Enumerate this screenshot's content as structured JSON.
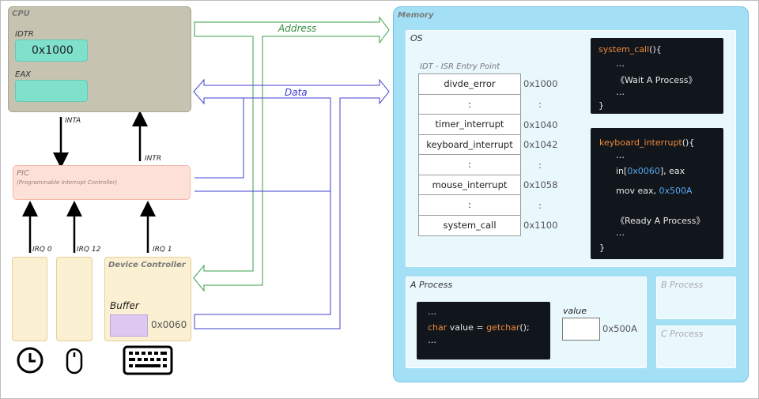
{
  "cpu": {
    "title": "CPU",
    "idtr_label": "IDTR",
    "idtr_value": "0x1000",
    "eax_label": "EAX",
    "eax_value": ""
  },
  "pic": {
    "title": "PIC",
    "subtitle": "(Programmable Interrupt Controller)"
  },
  "signals": {
    "inta": "INTA",
    "intr": "INTR",
    "irq0": "IRQ 0",
    "irq12": "IRQ 12",
    "irq1": "IRQ 1"
  },
  "device_controller": {
    "title": "Device Controller",
    "buffer_label": "Buffer",
    "buffer_addr": "0x0060"
  },
  "devices": {
    "clock_icon": "clock-icon",
    "mouse_icon": "mouse-icon",
    "keyboard_icon": "keyboard-icon"
  },
  "bus": {
    "address": "Address",
    "data": "Data",
    "address_color": "#2e8b3e",
    "data_color": "#3a3ad0",
    "wire_color": "#3f3fc0"
  },
  "memory": {
    "title": "Memory",
    "os_title": "OS",
    "idt_title": "IDT - ISR Entry Point",
    "idt_rows": [
      {
        "name": "divde_error",
        "addr": "0x1000"
      },
      {
        "name": ":",
        "addr": ":"
      },
      {
        "name": "timer_interrupt",
        "addr": "0x1040"
      },
      {
        "name": "keyboard_interrupt",
        "addr": "0x1042"
      },
      {
        "name": ":",
        "addr": ":"
      },
      {
        "name": "mouse_interrupt",
        "addr": "0x1058"
      },
      {
        "name": ":",
        "addr": ":"
      },
      {
        "name": "system_call",
        "addr": "0x1100"
      }
    ],
    "system_call_code": {
      "fn": "system_call",
      "sig": "(){",
      "dots1": "…",
      "wait": "《Wait A Process》",
      "dots2": "…",
      "close": "}"
    },
    "keyboard_code": {
      "fn": "keyboard_interrupt",
      "sig": "(){",
      "dots1": "…",
      "in_a": "in[",
      "in_addr": "0x0060",
      "in_b": "], eax",
      "mov_a": "mov eax, ",
      "mov_val": "0x500A",
      "ready": "《Ready A Process》",
      "dots2": "…",
      "close": "}"
    },
    "a_process": {
      "title": "A Process",
      "dots1": "…",
      "kw": "char",
      "mid": " value = ",
      "fn": "getchar",
      "end": "();",
      "dots2": "…",
      "value_label": "value",
      "value_addr": "0x500A"
    },
    "b_process": "B Process",
    "c_process": "C Process"
  }
}
